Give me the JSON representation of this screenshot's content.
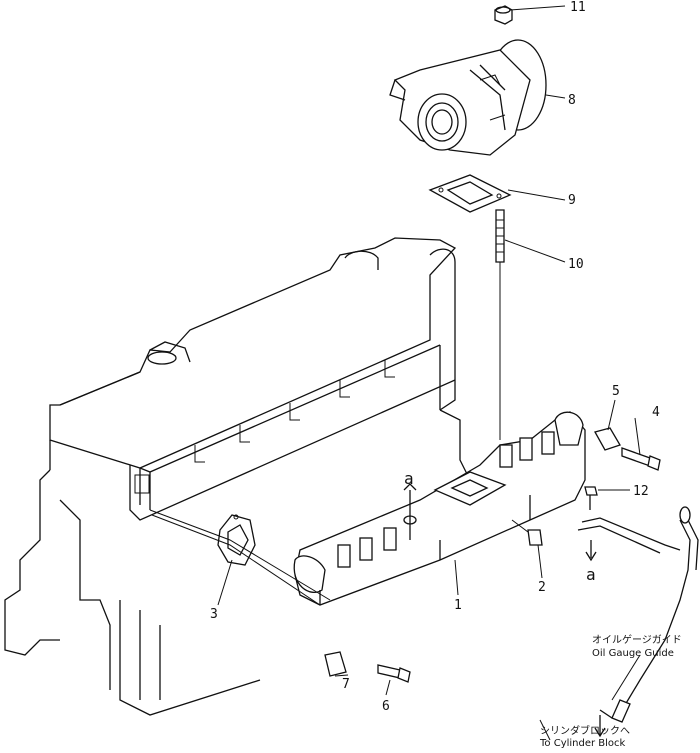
{
  "callouts": {
    "c1": "1",
    "c2": "2",
    "c3": "3",
    "c4": "4",
    "c5": "5",
    "c6": "6",
    "c7": "7",
    "c8": "8",
    "c9": "9",
    "c10": "10",
    "c11": "11",
    "c12": "12"
  },
  "markers": {
    "a_upper": "a",
    "a_lower": "a"
  },
  "notes": {
    "oil_gauge_jp": "オイルゲージガイド",
    "oil_gauge_en": "Oil Gauge Guide",
    "cyl_block_jp": "シリンダブロックへ",
    "cyl_block_en": "To Cylinder Block"
  }
}
